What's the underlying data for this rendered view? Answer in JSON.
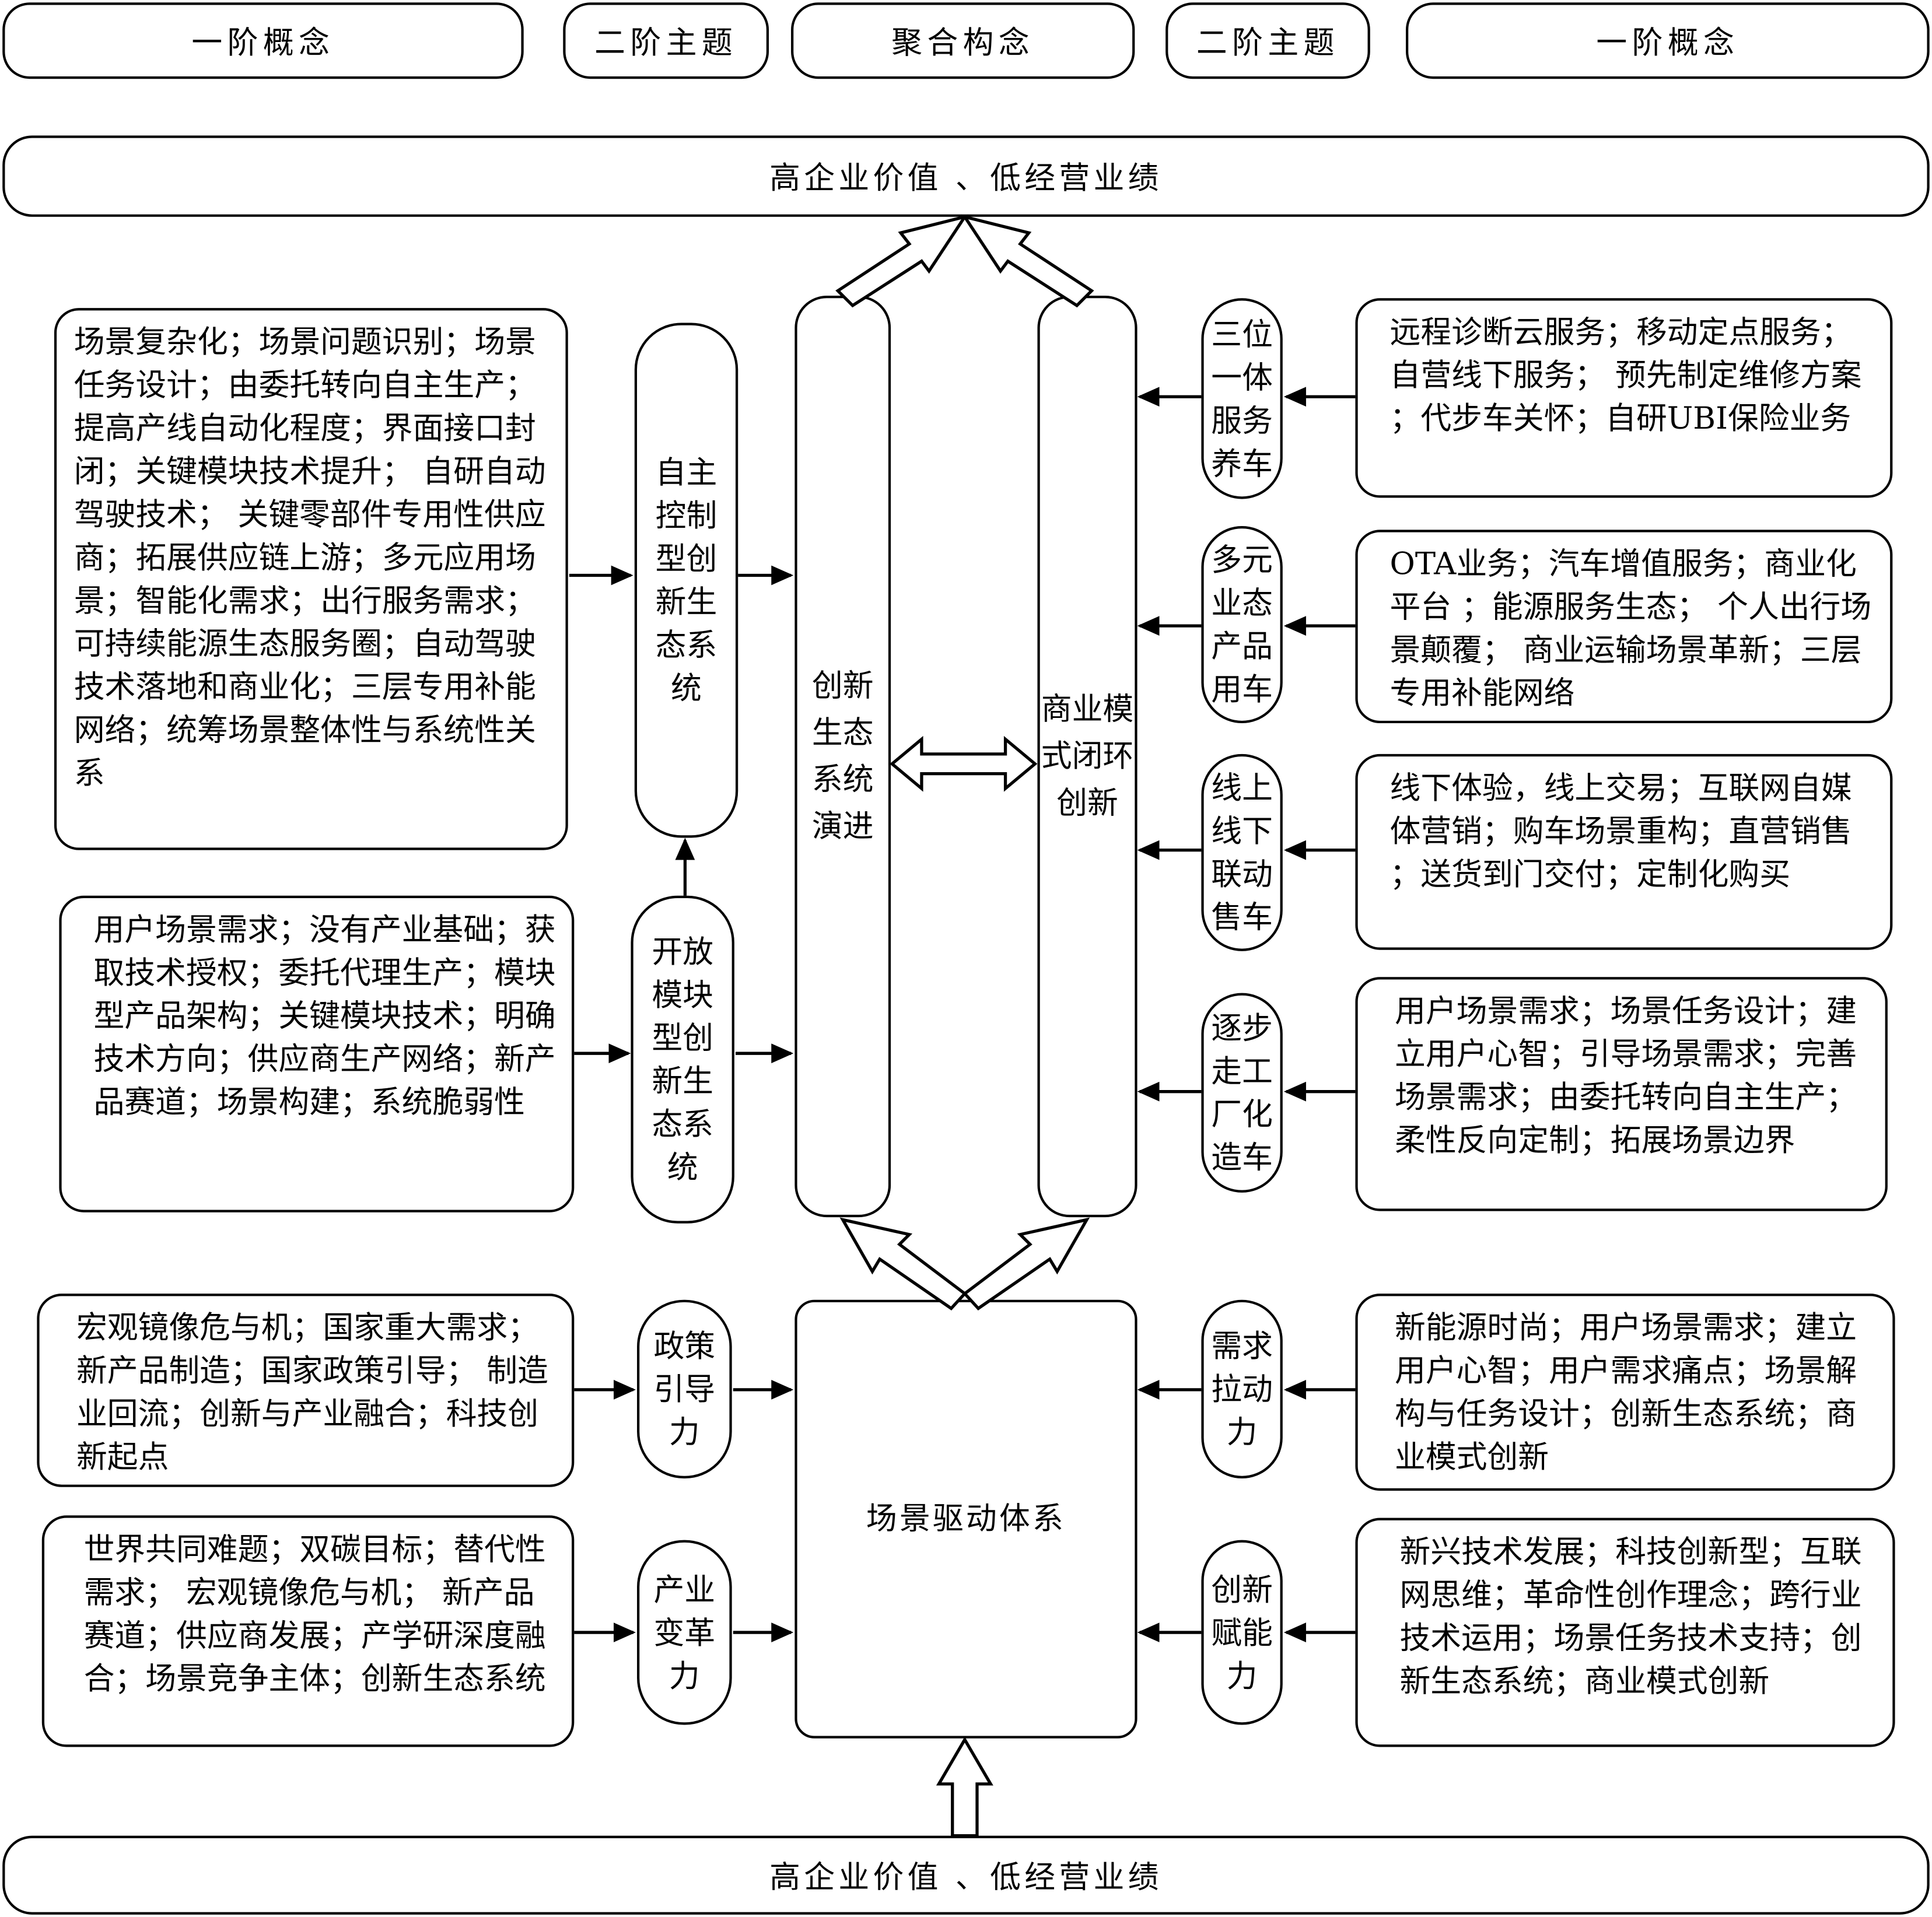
{
  "header": [
    "一阶概念",
    "二阶主题",
    "聚合构念",
    "二阶主题",
    "一阶概念"
  ],
  "top_banner": "高企业价值 、低经营业绩",
  "bottom_banner": "高企业价值 、低经营业绩",
  "left": {
    "box1": "场景复杂化；场景问题识别；场景任务设计；由委托转向自主生产； 提高产线自动化程度；界面接口封闭；关键模块技术提升； 自研自动驾驶技术； 关键零部件专用性供应商；拓展供应链上游；多元应用场景；智能化需求；出行服务需求；可持续能源生态服务圈；自动驾驶技术落地和商业化；三层专用补能网络；统筹场景整体性与系统性关系",
    "box2": "用户场景需求；没有产业基础；获取技术授权；委托代理生产；模块型产品架构；关键模块技术；明确技术方向；供应商生产网络；新产品赛道；场景构建；系统脆弱性",
    "pill1": "自主控制型创新生态系统",
    "pill2": "开放模块型创新生态系统",
    "box3": "宏观镜像危与机；国家重大需求； 新产品制造；国家政策引导； 制造业回流；创新与产业融合；科技创新起点",
    "box4": "世界共同难题；双碳目标；替代性需求； 宏观镜像危与机； 新产品赛道；供应商发展；产学研深度融合；场景竞争主体；创新生态系统",
    "pill3": "政策引导力",
    "pill4": "产业变革力"
  },
  "center": {
    "col1": "创新生态系统演进",
    "col2": "商业模式闭环创新",
    "core": "场景驱动体系"
  },
  "right": {
    "pills": [
      "三位一体服务养车",
      "多元业态产品用车",
      "线上线下联动售车",
      "逐步走工厂化造车"
    ],
    "boxes": [
      "远程诊断云服务；移动定点服务；自营线下服务； 预先制定维修方案；代步车关怀；自研UBI保险业务",
      "OTA业务；汽车增值服务；商业化平台 ；能源服务生态； 个人出行场景颠覆； 商业运输场景革新；三层专用补能网络",
      "线下体验，线上交易；互联网自媒体营销；购车场景重构；直营销售；送货到门交付；定制化购买",
      "用户场景需求；场景任务设计；建立用户心智；引导场景需求；完善场景需求；由委托转向自主生产；柔性反向定制；拓展场景边界"
    ],
    "pill5": "需求拉动力",
    "pill6": "创新赋能力",
    "box5": "新能源时尚；用户场景需求；建立用户心智；用户需求痛点；场景解构与任务设计；创新生态系统；商业模式创新",
    "box6": "新兴技术发展；科技创新型；互联网思维；革命性创作理念；跨行业技术运用；场景任务技术支持；创新生态系统；商业模式创新"
  }
}
